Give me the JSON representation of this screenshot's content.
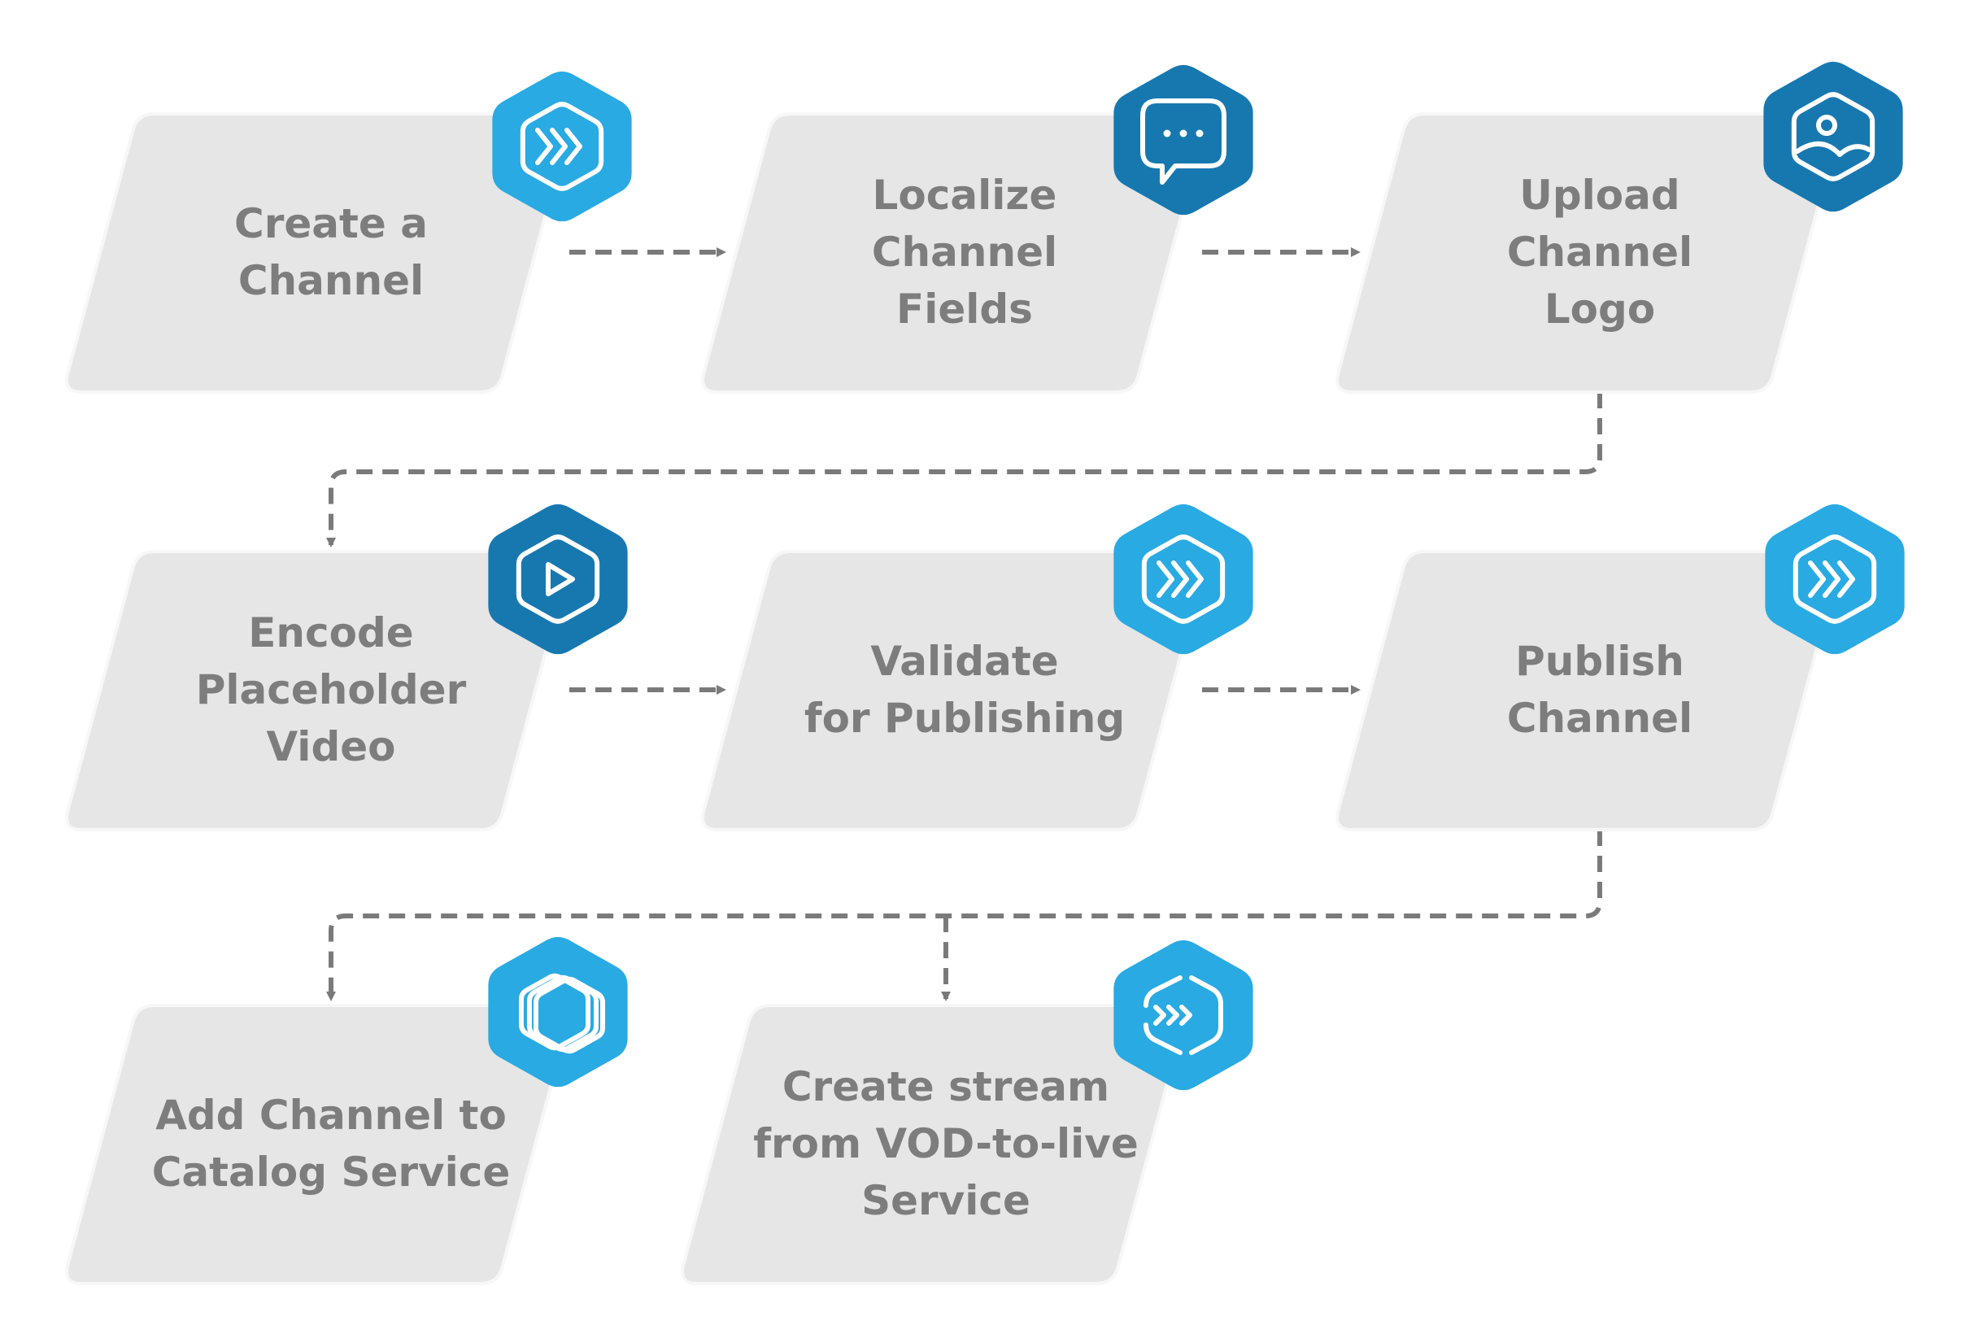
{
  "colors": {
    "card_fill": "#e6e6e6",
    "card_stroke": "#f7f7f7",
    "text": "#7d7d7d",
    "connector": "#7a7a7a",
    "hex_light": "#29aae2",
    "hex_dark": "#1778b0",
    "icon_stroke": "#ffffff"
  },
  "steps": [
    {
      "id": "create-channel",
      "lines": [
        "Create a",
        "Channel"
      ],
      "icon": "forward-arrows-icon",
      "hex": "light"
    },
    {
      "id": "localize-fields",
      "lines": [
        "Localize",
        "Channel",
        "Fields"
      ],
      "icon": "chat-bubble-icon",
      "hex": "dark"
    },
    {
      "id": "upload-logo",
      "lines": [
        "Upload",
        "Channel",
        "Logo"
      ],
      "icon": "image-icon",
      "hex": "dark"
    },
    {
      "id": "encode-video",
      "lines": [
        "Encode",
        "Placeholder",
        "Video"
      ],
      "icon": "play-icon",
      "hex": "dark"
    },
    {
      "id": "validate-publishing",
      "lines": [
        "Validate",
        "for Publishing"
      ],
      "icon": "forward-arrows-icon",
      "hex": "light"
    },
    {
      "id": "publish-channel",
      "lines": [
        "Publish",
        "Channel"
      ],
      "icon": "forward-arrows-icon",
      "hex": "light"
    },
    {
      "id": "add-to-catalog",
      "lines": [
        "Add Channel to",
        "Catalog Service"
      ],
      "icon": "stacked-layers-icon",
      "hex": "light"
    },
    {
      "id": "create-stream",
      "lines": [
        "Create stream",
        "from VOD-to-live",
        "Service"
      ],
      "icon": "stream-forward-icon",
      "hex": "light"
    }
  ],
  "connections": [
    {
      "from": "create-channel",
      "to": "localize-fields"
    },
    {
      "from": "localize-fields",
      "to": "upload-logo"
    },
    {
      "from": "upload-logo",
      "to": "encode-video"
    },
    {
      "from": "encode-video",
      "to": "validate-publishing"
    },
    {
      "from": "validate-publishing",
      "to": "publish-channel"
    },
    {
      "from": "publish-channel",
      "to": "add-to-catalog"
    },
    {
      "from": "publish-channel",
      "to": "create-stream"
    }
  ]
}
